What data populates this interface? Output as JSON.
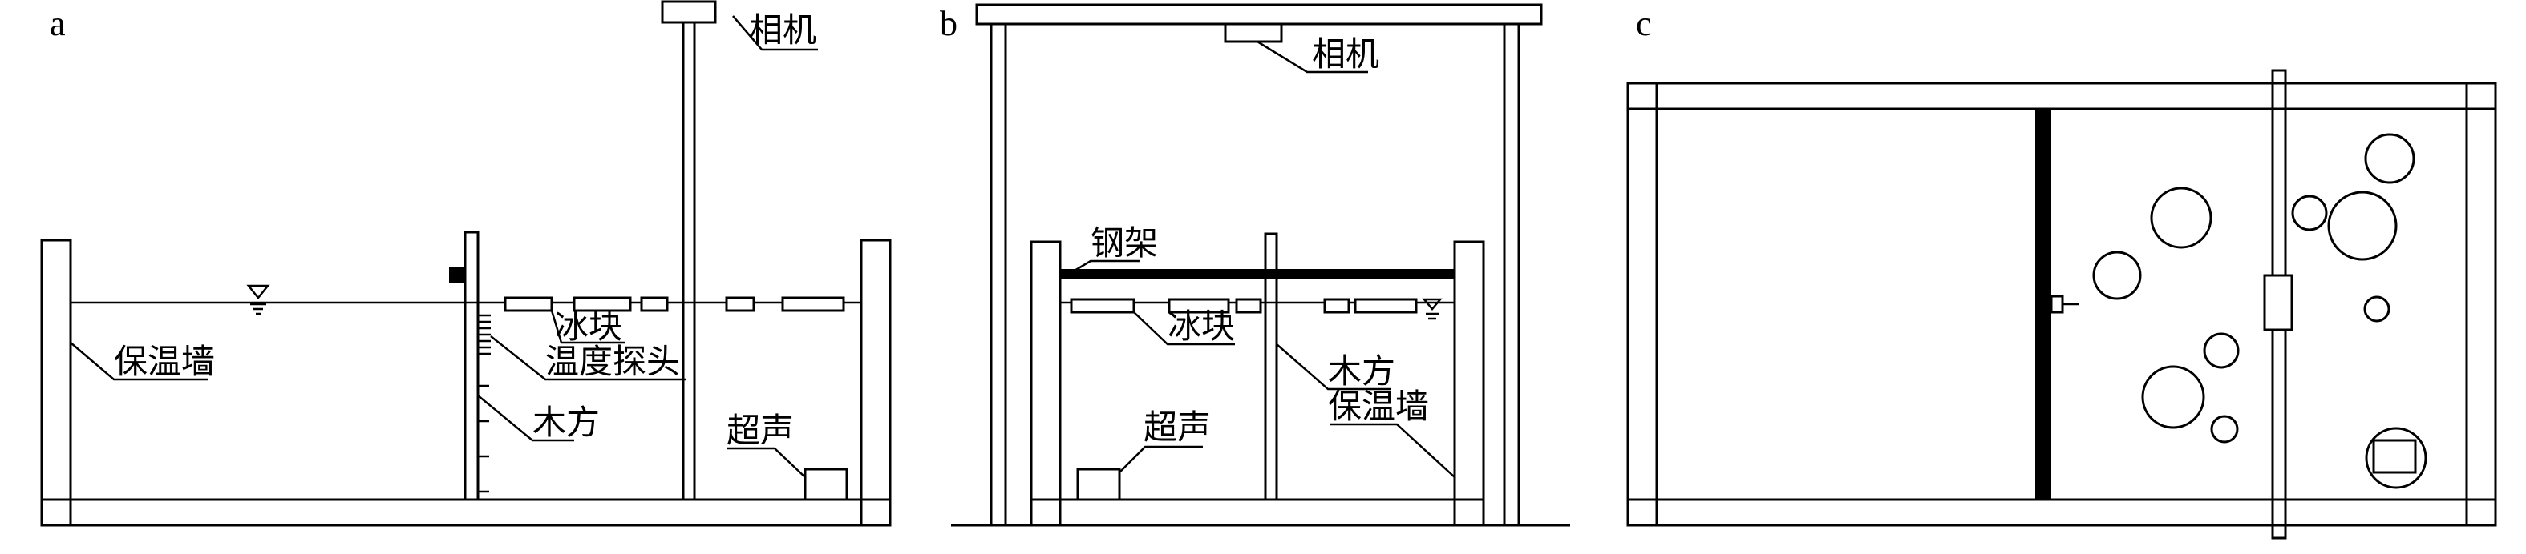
{
  "panels": {
    "a": {
      "letter": "a",
      "labels": {
        "camera": "相机",
        "wall": "保温墙",
        "ice": "冰块",
        "probe": "温度探头",
        "timber": "木方",
        "ultrasound": "超声"
      }
    },
    "b": {
      "letter": "b",
      "labels": {
        "camera": "相机",
        "frame": "钢架",
        "ice": "冰块",
        "timber": "木方",
        "wall": "保温墙",
        "ultrasound": "超声"
      }
    },
    "c": {
      "letter": "c"
    }
  }
}
